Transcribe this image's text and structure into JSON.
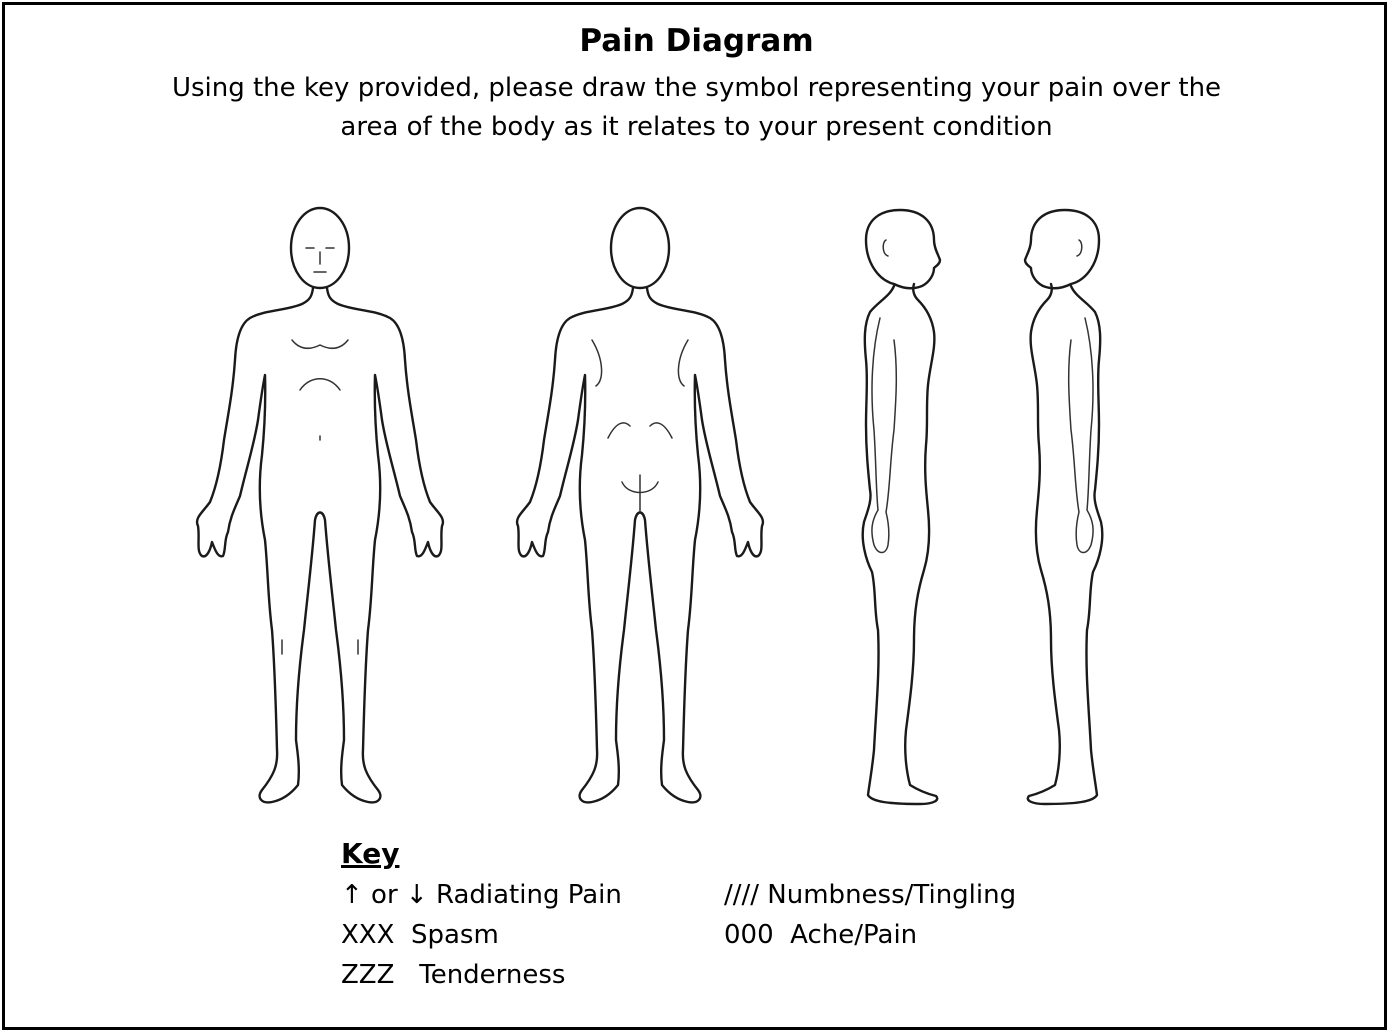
{
  "title": "Pain Diagram",
  "instructions": {
    "line1": "Using the key provided, please draw the symbol representing your pain over the",
    "line2": "area of the body as it relates to your present condition"
  },
  "key": {
    "heading": "Key",
    "items": [
      "↑ or ↓ Radiating Pain",
      "XXX  Spasm",
      "ZZZ   Tenderness",
      "//// Numbness/Tingling",
      "000  Ache/Pain"
    ]
  },
  "figures": [
    {
      "icon": "body-front-icon"
    },
    {
      "icon": "body-back-icon"
    },
    {
      "icon": "body-right-side-icon"
    },
    {
      "icon": "body-left-side-icon"
    }
  ]
}
